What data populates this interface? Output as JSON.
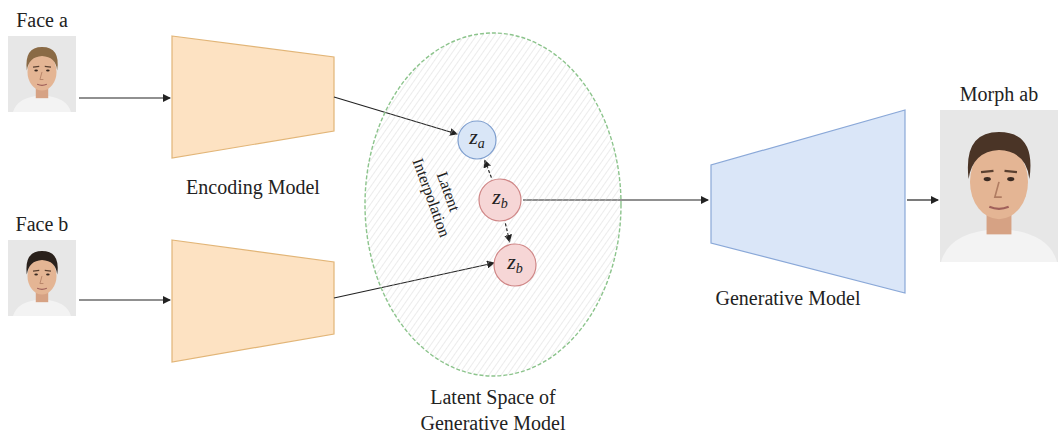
{
  "diagram": {
    "nodes": [
      {
        "text": [
          "Face a"
        ]
      },
      {
        "text": [
          "Face b"
        ]
      },
      {
        "text": [
          "Latent Space of Generative Model"
        ]
      },
      {
        "text": [
          "za"
        ],
        "in": 2
      },
      {
        "text": [
          "zb"
        ],
        "in": 2
      },
      {
        "text": [
          "zb"
        ],
        "in": 2
      },
      {
        "text": [
          "Generative Model"
        ]
      },
      {
        "text": [
          "Morph ab"
        ]
      }
    ],
    "edges": [
      {
        "from": 4,
        "to": 3,
        "arrow": "to"
      },
      {
        "from": 4,
        "to": 5,
        "arrow": "to"
      },
      {
        "from": 4,
        "to": 6,
        "arrow": "to"
      },
      {
        "from": 6,
        "to": 7,
        "arrow": "to"
      }
    ],
    "labels": [
      "Encoding Model",
      "Latent Interpolation"
    ]
  }
}
